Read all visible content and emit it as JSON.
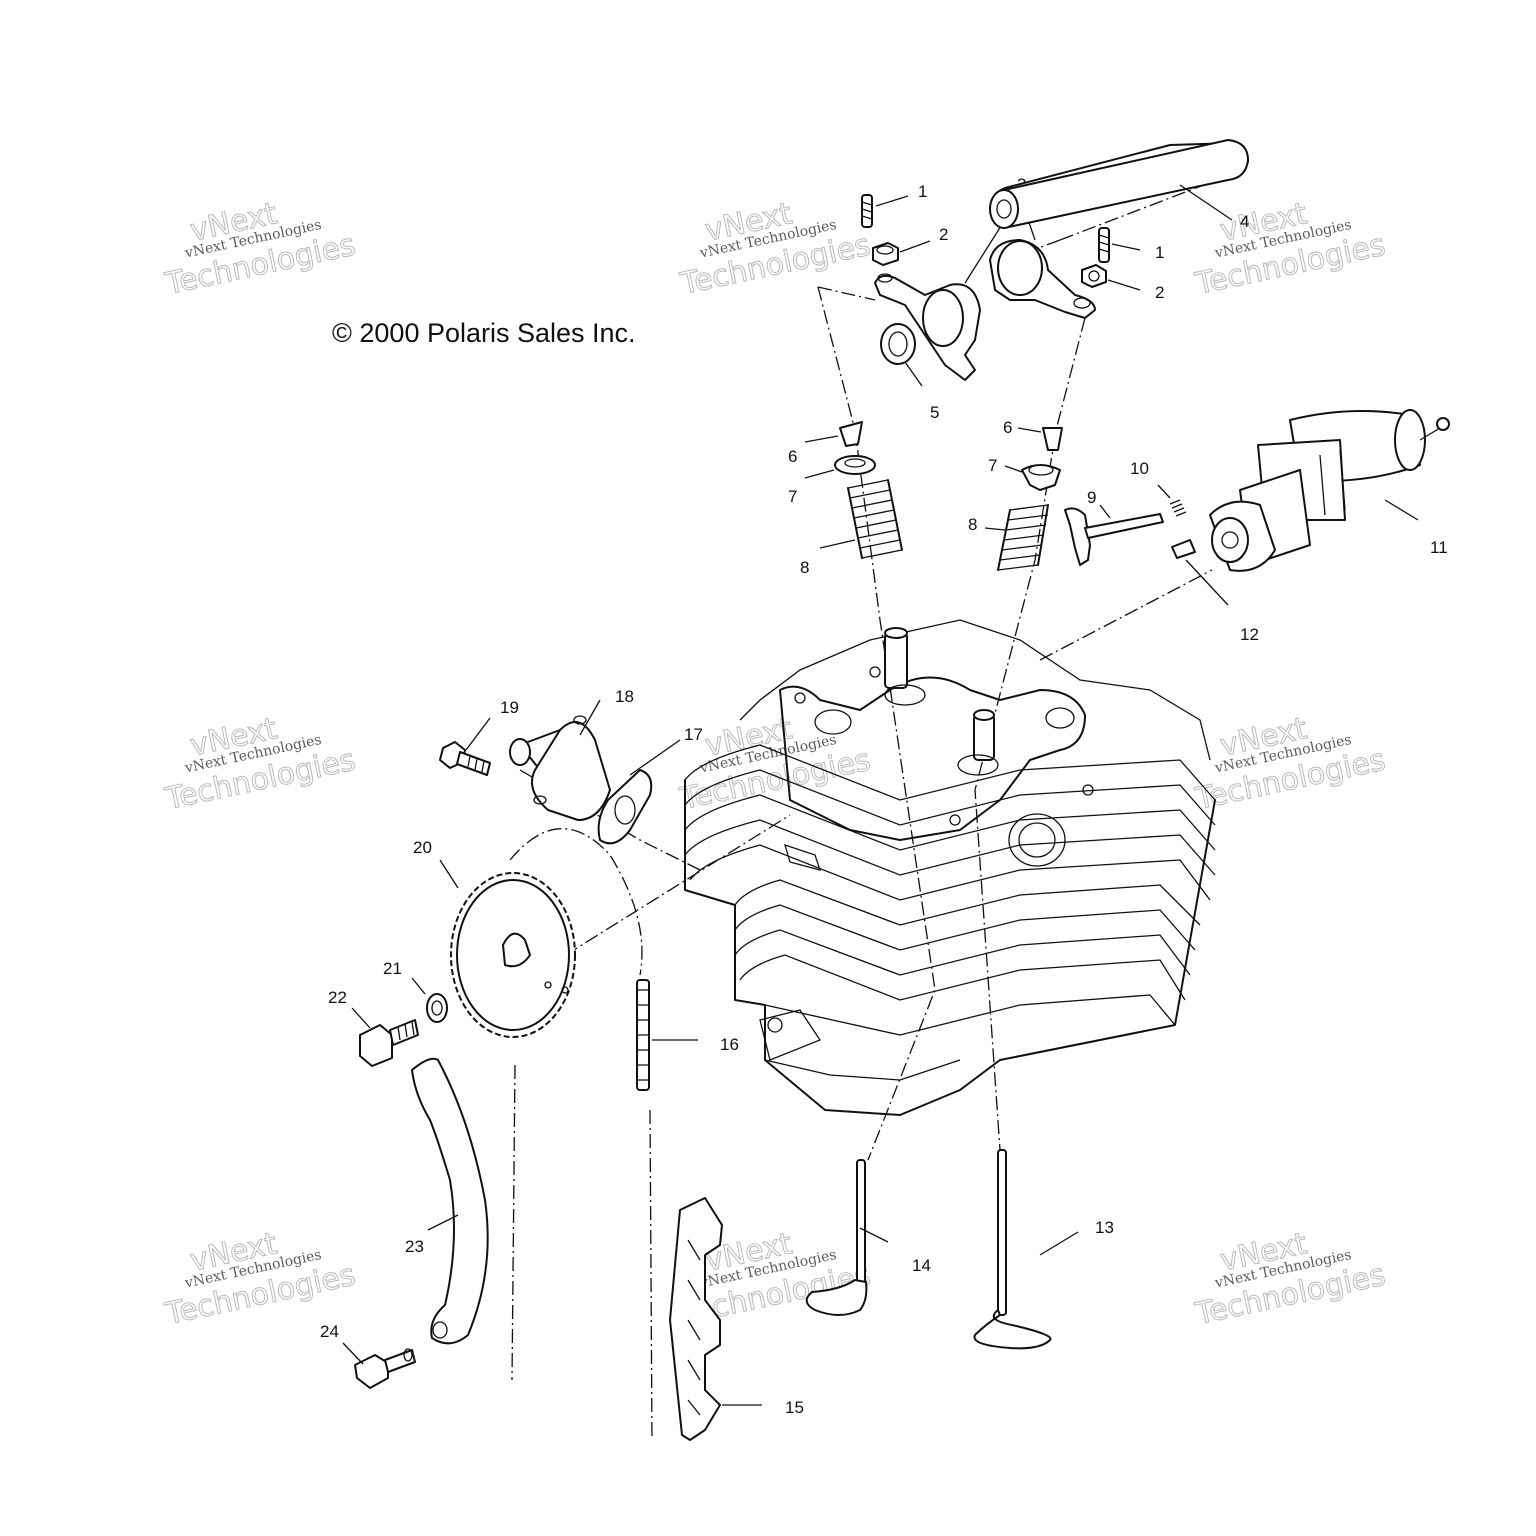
{
  "copyright": "© 2000 Polaris Sales Inc.",
  "watermark": {
    "line1": "vNext",
    "line2": "vNext Technologies",
    "line3": "Technologies"
  },
  "callouts": {
    "c1a": "1",
    "c1b": "1",
    "c2a": "2",
    "c2b": "2",
    "c3": "3",
    "c4": "4",
    "c5": "5",
    "c6a": "6",
    "c6b": "6",
    "c7a": "7",
    "c7b": "7",
    "c8a": "8",
    "c8b": "8",
    "c9": "9",
    "c10": "10",
    "c11": "11",
    "c12": "12",
    "c13": "13",
    "c14": "14",
    "c15": "15",
    "c16": "16",
    "c17": "17",
    "c18": "18",
    "c19": "19",
    "c20": "20",
    "c21": "21",
    "c22": "22",
    "c23": "23",
    "c24": "24"
  }
}
